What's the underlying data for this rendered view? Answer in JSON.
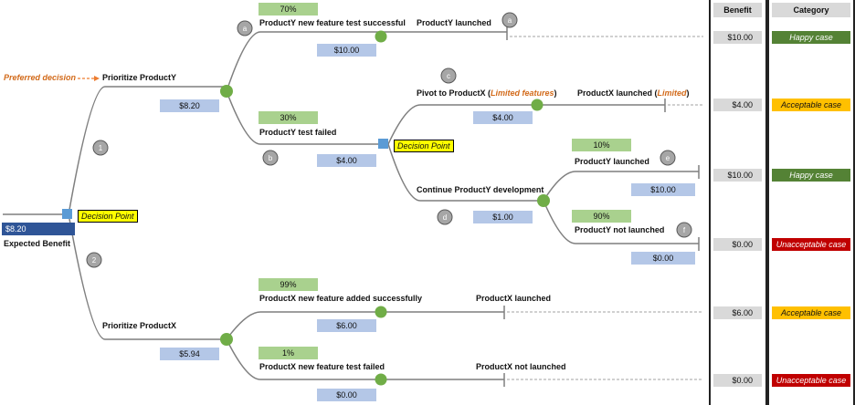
{
  "header": {
    "benefit": "Benefit",
    "category": "Category"
  },
  "root": {
    "expected_value": "$8.20",
    "expected_label": "Expected Benefit",
    "decision_label": "Decision Point",
    "preferred": "Preferred decision"
  },
  "branches": {
    "prioritize_y": {
      "label": "Prioritize ProductY",
      "value": "$8.20"
    },
    "prioritize_x": {
      "label": "Prioritize ProductX",
      "value": "$5.94"
    },
    "y_success": {
      "pct": "70%",
      "label": "ProductY new feature test successful",
      "value": "$10.00",
      "outcome": "ProductY launched"
    },
    "y_failed": {
      "pct": "30%",
      "label": "ProductY test failed",
      "value": "$4.00",
      "decision_label": "Decision Point"
    },
    "pivot": {
      "label": "Pivot to ProductX",
      "note": "Limited features",
      "value": "$4.00",
      "outcome": "ProductX launched",
      "outcome_note": "Limited"
    },
    "continue": {
      "label": "Continue ProductY development",
      "value": "$1.00"
    },
    "y_launched": {
      "pct": "10%",
      "label": "ProductY launched",
      "value": "$10.00"
    },
    "y_not": {
      "pct": "90%",
      "label": "ProductY not launched",
      "value": "$0.00"
    },
    "x_success": {
      "pct": "99%",
      "label": "ProductX new feature added successfully",
      "value": "$6.00",
      "outcome": "ProductX launched"
    },
    "x_failed": {
      "pct": "1%",
      "label": "ProductX new feature test failed",
      "value": "$0.00",
      "outcome": "ProductX not launched"
    }
  },
  "markers": {
    "a": "a",
    "b": "b",
    "c": "c",
    "d": "d",
    "e": "e",
    "f": "f",
    "one": "1",
    "two": "2"
  },
  "rows": [
    {
      "benefit": "$10.00",
      "category": "Happy case",
      "kind": "happy"
    },
    {
      "benefit": "$4.00",
      "category": "Acceptable case",
      "kind": "accept"
    },
    {
      "benefit": "$10.00",
      "category": "Happy case",
      "kind": "happy"
    },
    {
      "benefit": "$0.00",
      "category": "Unacceptable case",
      "kind": "unacc"
    },
    {
      "benefit": "$6.00",
      "category": "Acceptable case",
      "kind": "accept"
    },
    {
      "benefit": "$0.00",
      "category": "Unacceptable case",
      "kind": "unacc"
    }
  ],
  "colors": {
    "chance_node": "#70ad47",
    "decision_node": "#5b9bd5",
    "line": "#7f7f7f",
    "arrow": "#ed7d31"
  }
}
